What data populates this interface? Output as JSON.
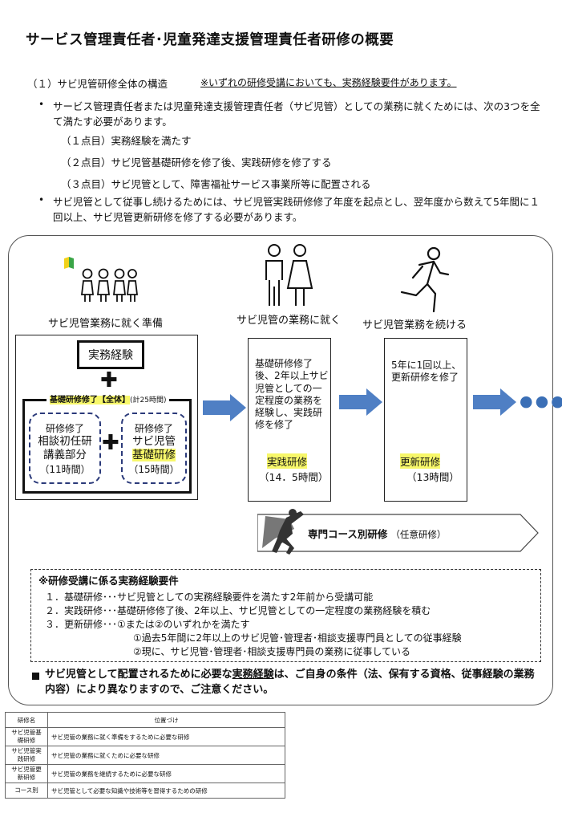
{
  "title": "サービス管理責任者･児童発達支援管理責任者研修の概要",
  "section": {
    "label": "（１）サビ児管研修全体の構造",
    "note": "※いずれの研修受講においても、実務経験要件があります。"
  },
  "bullets": [
    "サービス管理責任者または児童発達支援管理責任者（サビ児管）としての業務に就くためには、次の3つを全て満たす必要があります。",
    "サビ児管として従事し続けるためには、サビ児管実践研修修了年度を起点とし、翌年度から数えて5年間に１回以上、サビ児管更新研修を修了する必要があります。"
  ],
  "points": [
    "（１点目）実務経験を満たす",
    "（２点目）サビ児管基礎研修を修了後、実践研修を修了する",
    "（３点目）サビ児管として、障害福祉サービス事業所等に配置される"
  ],
  "stages": [
    "サビ児管業務に就く準備",
    "サビ児管の業務に就く",
    "サビ児管業務を続ける"
  ],
  "step1": {
    "jitsumu": "実務経験",
    "kiso_label": "基礎研修修了",
    "kiso_all": "【全体】",
    "kiso_hours": "(計25時間)",
    "left": {
      "sub": "研修修了",
      "line1": "相談初任研",
      "line2": "講義部分",
      "hours": "（11時間）"
    },
    "right": {
      "sub": "研修修了",
      "line1": "サビ児管",
      "line2": "基礎研修",
      "hours": "（15時間）"
    }
  },
  "step2": {
    "text": "基礎研修修了後、2年以上サビ児管としての一定程度の業務を経験し、実践研修を修了",
    "label": "実践研修",
    "hours": "（14．5時間）"
  },
  "step3": {
    "text": "5年に1回以上、更新研修を修了",
    "label": "更新研修",
    "hours": "（13時間）"
  },
  "dots": "●●●",
  "senmon": {
    "label": "専門コース別研修",
    "optional": "（任意研修）"
  },
  "requirements": {
    "title": "※研修受講に係る実務経験要件",
    "items": [
      "１．基礎研修･･･サビ児管としての実務経験要件を満たす2年前から受講可能",
      "２．実践研修･･･基礎研修修了後、2年以上、サビ児管としての一定程度の業務経験を積む",
      "３．更新研修･･･①または②のいずれかを満たす"
    ],
    "sub": [
      "①過去5年間に2年以上のサビ児管･管理者･相談支援専門員としての従事経験",
      "②現に、サビ児管･管理者･相談支援専門員の業務に従事している"
    ]
  },
  "note": {
    "part1": "サビ児管として配置されるために必要な",
    "underlined": "実務経験",
    "part2": "は、ご自身の条件（法、保有する資格、従事経験の業務内容）により異なりますので、ご注意ください。"
  },
  "legend": {
    "headers": [
      "研修名",
      "位置づけ"
    ],
    "rows": [
      {
        "name": "サビ児管基礎研修",
        "desc": "サビ児管の業務に就く準備をするために必要な研修"
      },
      {
        "name": "サビ児管実践研修",
        "desc": "サビ児管の業務に就くために必要な研修"
      },
      {
        "name": "サビ児管更新研修",
        "desc": "サビ児管の業務を継続するために必要な研修"
      },
      {
        "name": "コース別",
        "desc": "サビ児管として必要な知識や技術等を習得するための研修"
      }
    ]
  },
  "colors": {
    "arrow": "#4f7fc4",
    "highlight": "#f7f76a",
    "dash": "#2b3a7a"
  }
}
